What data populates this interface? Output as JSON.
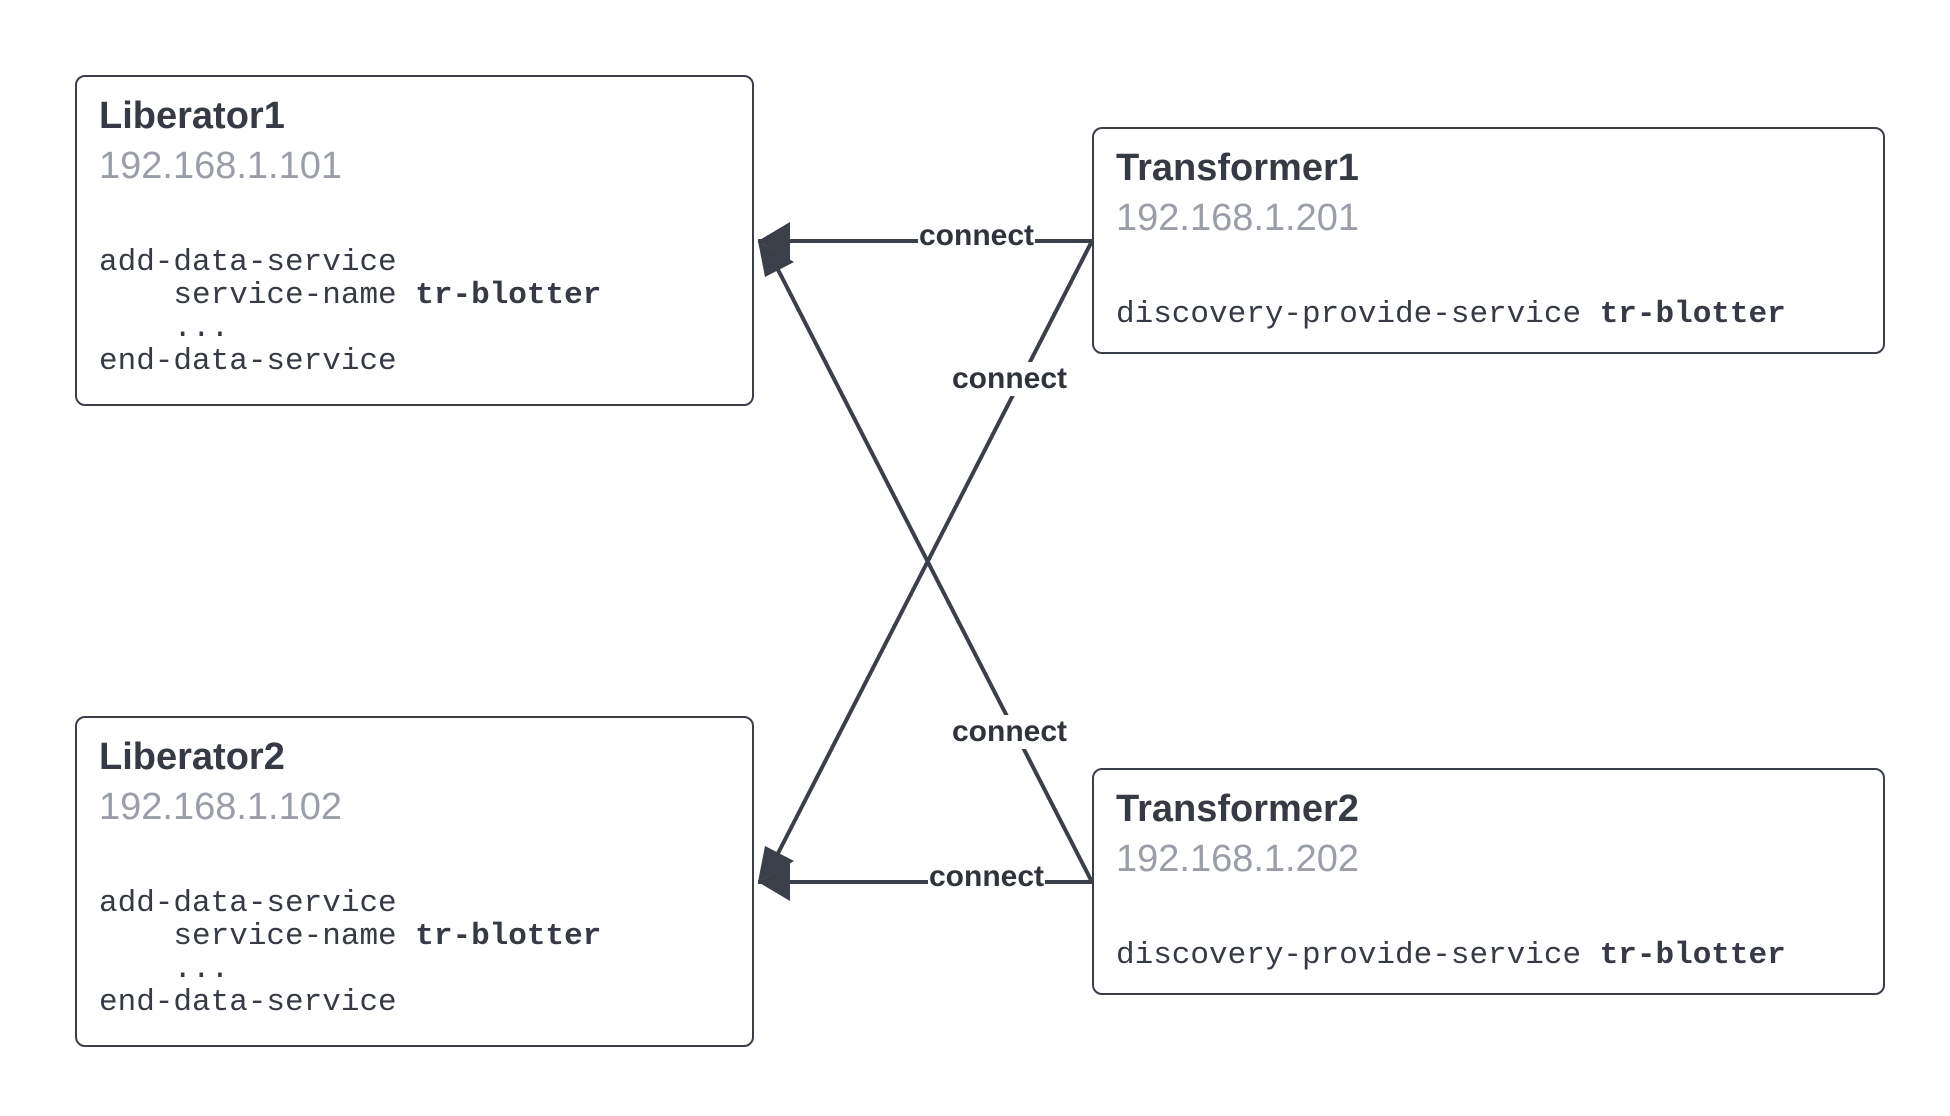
{
  "nodes": {
    "liberator1": {
      "title": "Liberator1",
      "ip": "192.168.1.101",
      "lines": [
        {
          "pre": "add-data-service",
          "bold": ""
        },
        {
          "pre": "    service-name ",
          "bold": "tr-blotter"
        },
        {
          "pre": "    ...",
          "bold": ""
        },
        {
          "pre": "end-data-service",
          "bold": ""
        }
      ]
    },
    "liberator2": {
      "title": "Liberator2",
      "ip": "192.168.1.102",
      "lines": [
        {
          "pre": "add-data-service",
          "bold": ""
        },
        {
          "pre": "    service-name ",
          "bold": "tr-blotter"
        },
        {
          "pre": "    ...",
          "bold": ""
        },
        {
          "pre": "end-data-service",
          "bold": ""
        }
      ]
    },
    "transformer1": {
      "title": "Transformer1",
      "ip": "192.168.1.201",
      "lines": [
        {
          "pre": "discovery-provide-service ",
          "bold": "tr-blotter"
        }
      ]
    },
    "transformer2": {
      "title": "Transformer2",
      "ip": "192.168.1.202",
      "lines": [
        {
          "pre": "discovery-provide-service ",
          "bold": "tr-blotter"
        }
      ]
    }
  },
  "edges": [
    {
      "from": "transformer1",
      "to": "liberator1",
      "label": "connect"
    },
    {
      "from": "transformer1",
      "to": "liberator2",
      "label": "connect"
    },
    {
      "from": "transformer2",
      "to": "liberator1",
      "label": "connect"
    },
    {
      "from": "transformer2",
      "to": "liberator2",
      "label": "connect"
    }
  ],
  "colors": {
    "stroke": "#3a3f4a",
    "title": "#353a45",
    "ip": "#9a9ea8",
    "label": "#2f333c"
  }
}
